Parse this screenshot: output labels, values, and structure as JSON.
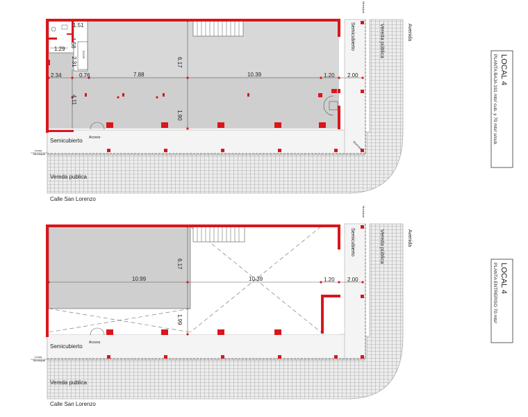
{
  "colors": {
    "wall": "#d9161c",
    "slab": "#cfcfcf",
    "paving": "#bdbdbd",
    "paving_bg": "#ededed",
    "line": "#555555",
    "column": "#d9161c"
  },
  "ground_floor": {
    "street_label": "Calle San Lorenzo",
    "sidewalk_label": "Vereda publica",
    "covered_label": "Semicubierto",
    "avenue_label": "Avenida",
    "side_sidewalk_label": "Vereda pública",
    "side_covered_label": "Semicubierto",
    "access_label": "Acceso",
    "municipal_line_label_1": "Línea",
    "municipal_line_label_2": "Municipal",
    "caja_label": "CAJA",
    "dims": {
      "d151": "1.51",
      "d158": "1.58",
      "d129": "1.29",
      "d231": "2.31",
      "d234": "2.34",
      "d076": "0.76",
      "d788": "7.88",
      "d1039": "10.39",
      "d120": "1.20",
      "d200": "2.00",
      "d617": "6.17",
      "d411": "4.11",
      "d190": "1.90"
    },
    "caption_title": "LOCAL 4",
    "caption_sub": "PLANTA BAJA 191 mts² cub. y 70 mts² s/cub."
  },
  "mezzanine": {
    "street_label": "Calle San Lorenzo",
    "sidewalk_label": "Vereda publica",
    "covered_label": "Semicubierto",
    "avenue_label": "Avenida",
    "side_sidewalk_label": "Vereda pública",
    "side_covered_label": "Semicubierto",
    "access_label": "Acceso",
    "municipal_line_label_1": "Línea",
    "municipal_line_label_2": "Municipal",
    "dims": {
      "d1099": "10.99",
      "d1039": "10.39",
      "d120": "1.20",
      "d200": "2.00",
      "d617": "6.17",
      "d190": "1.99"
    },
    "caption_title": "LOCAL 4",
    "caption_sub": "PLANTA ENTREPISO 70 mts²"
  }
}
